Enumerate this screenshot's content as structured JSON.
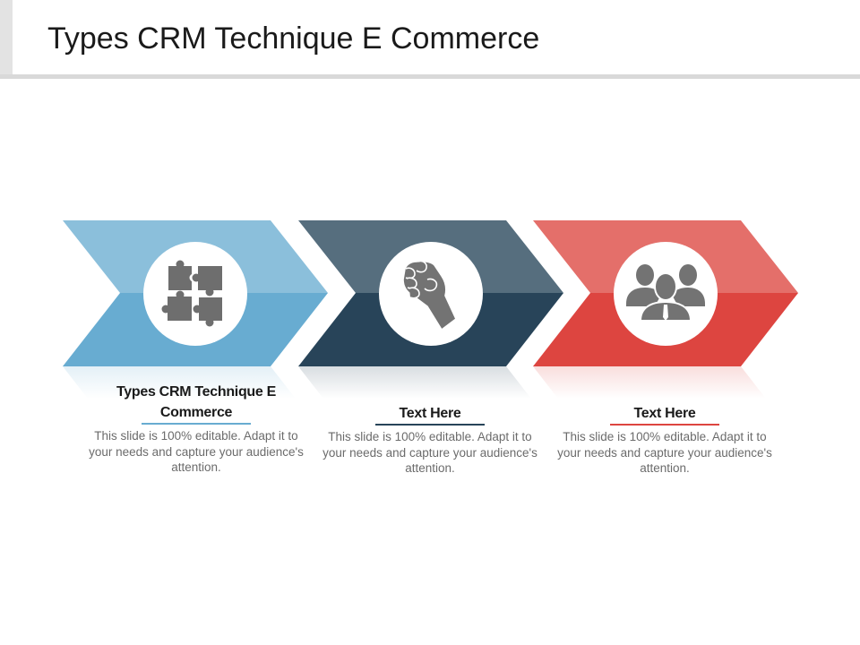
{
  "slide": {
    "title": "Types CRM Technique E Commerce"
  },
  "steps": [
    {
      "icon": "puzzle-icon",
      "color_top": "#8bbfdb",
      "color_bottom": "#68acd1",
      "title": "Types CRM Technique E Commerce",
      "description": "This slide is 100% editable. Adapt it to your needs and capture your audience's attention."
    },
    {
      "icon": "fist-icon",
      "color_top": "#566e7e",
      "color_bottom": "#284459",
      "title": "Text Here",
      "description": "This slide is 100% editable. Adapt it to your needs and capture your audience's attention."
    },
    {
      "icon": "team-icon",
      "color_top": "#e46f6a",
      "color_bottom": "#dd4540",
      "title": "Text Here",
      "description": "This slide is 100% editable. Adapt it to your needs and capture your audience's attention."
    }
  ]
}
